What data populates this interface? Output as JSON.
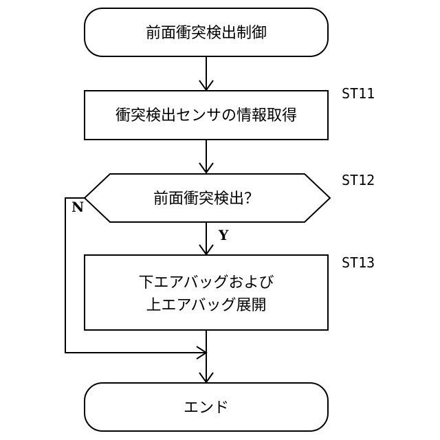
{
  "diagram": {
    "start": {
      "label": "前面衝突検出制御"
    },
    "steps": [
      {
        "id": "ST11",
        "label": "衝突検出センサの情報取得"
      },
      {
        "id": "ST12",
        "label": "前面衝突検出？"
      },
      {
        "id": "ST13",
        "lines": [
          "下エアバッグおよび",
          "上エアバッグ展開"
        ]
      }
    ],
    "branches": {
      "yes": "Y",
      "no": "N"
    },
    "end": {
      "label": "エンド"
    }
  }
}
